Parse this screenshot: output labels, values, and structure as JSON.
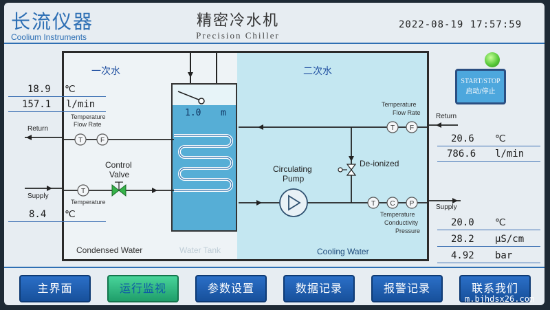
{
  "header": {
    "brand_cn": "长流仪器",
    "brand_en": "Coolium Instruments",
    "title_cn": "精密冷水机",
    "title_en": "Precision Chiller",
    "datetime": "2022-08-19 17:57:59"
  },
  "diagram": {
    "primary_label": "一次水",
    "secondary_label": "二次水",
    "tank_level": "1.0",
    "tank_level_unit": "m",
    "left": {
      "return_label": "Return",
      "supply_label": "Supply",
      "temp_flow_label_1": "Temperature",
      "temp_flow_label_2": "Flow Rate",
      "temp_label": "Temperature",
      "control_valve_1": "Control",
      "control_valve_2": "Valve",
      "section_label": "Condensed Water"
    },
    "tank_label": "Water Tank",
    "right": {
      "temp_flow_label_1": "Temperature",
      "temp_flow_label_2": "Flow Rate",
      "deionized": "De-ionized",
      "pump_1": "Circulating",
      "pump_2": "Pump",
      "tcp_1": "Temperature",
      "tcp_2": "Conductivity",
      "tcp_3": "Pressure",
      "section_label": "Cooling Water",
      "return_label": "Return",
      "supply_label": "Supply"
    },
    "sensor_T": "T",
    "sensor_F": "F",
    "sensor_C": "C",
    "sensor_P": "P"
  },
  "readings": {
    "primary_temp": "18.9",
    "primary_temp_unit": "℃",
    "primary_flow": "157.1",
    "primary_flow_unit": "l/min",
    "primary_supply_temp": "8.4",
    "primary_supply_temp_unit": "℃",
    "return_temp": "20.6",
    "return_temp_unit": "℃",
    "return_flow": "786.6",
    "return_flow_unit": "l/min",
    "supply_temp": "20.0",
    "supply_temp_unit": "℃",
    "conductivity": "28.2",
    "conductivity_unit": "μS/cm",
    "pressure": "4.92",
    "pressure_unit": "bar"
  },
  "control": {
    "start_stop_en": "START/STOP",
    "start_stop_cn": "启动/停止"
  },
  "nav": {
    "items": [
      "主界面",
      "运行监视",
      "参数设置",
      "数据记录",
      "报警记录",
      "联系我们"
    ]
  },
  "watermark": "m.bjhdsx26.com"
}
